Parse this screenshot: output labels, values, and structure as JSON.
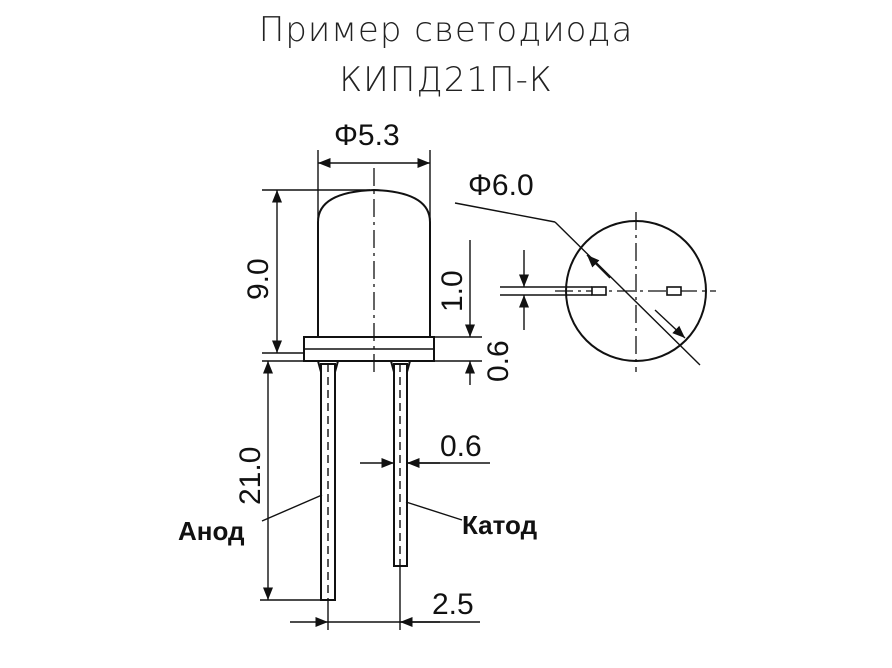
{
  "title": {
    "line1": "Пример светодиода",
    "line2": "КИПД21П-К"
  },
  "dimensions": {
    "lens_diameter": "Φ5.3",
    "flange_diameter": "Φ6.0",
    "lens_height": "9.0",
    "flange_offset": "1.0",
    "flange_thickness": "0.6",
    "lead_length": "21.0",
    "lead_width": "0.6",
    "lead_spacing": "2.5"
  },
  "labels": {
    "anode": "Анод",
    "cathode": "Катод"
  }
}
